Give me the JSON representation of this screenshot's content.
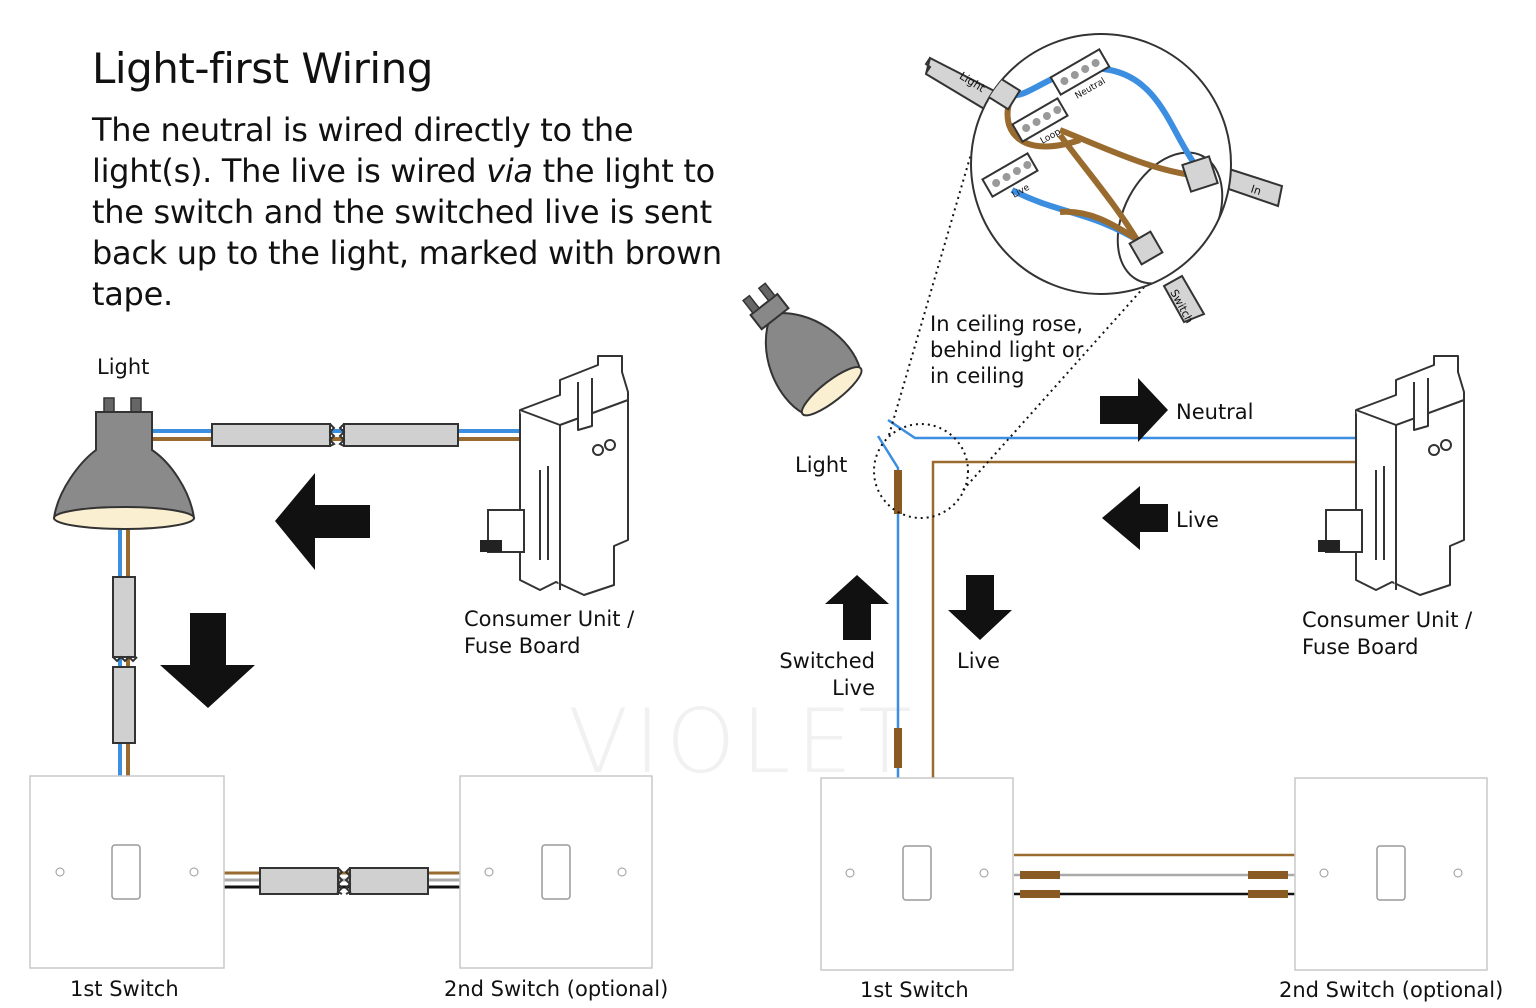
{
  "header": {
    "title": "Light-first Wiring",
    "desc_part1": "The neutral is wired directly to the light(s). The live is wired ",
    "desc_italic": "via",
    "desc_part2": " the light to the switch and the switched live is sent back up to the light, marked with brown tape."
  },
  "left_diagram": {
    "light_label": "Light",
    "consumer_unit_line1": "Consumer Unit /",
    "consumer_unit_line2": "Fuse Board",
    "switch1_label": "1st Switch",
    "switch2_label": "2nd Switch (optional)"
  },
  "right_diagram": {
    "rose_note_line1": "In ceiling rose,",
    "rose_note_line2": "behind light or",
    "rose_note_line3": "in ceiling",
    "light_label": "Light",
    "neutral_label": "Neutral",
    "live_label": "Live",
    "switched_line1": "Switched",
    "switched_line2": "Live",
    "down_live_label": "Live",
    "consumer_unit_line1": "Consumer Unit /",
    "consumer_unit_line2": "Fuse Board",
    "switch1_label": "1st Switch",
    "switch2_label": "2nd Switch (optional)",
    "rose_tags": {
      "light": "Light",
      "in": "In",
      "switch": "Switch"
    },
    "connector_labels": {
      "neutral": "Neutral",
      "loop": "Loop",
      "live": "Live"
    }
  },
  "watermark": "VIOLET",
  "colors": {
    "neutral": "#3b8ee0",
    "live": "#9a6b2f",
    "tape": "#8a5a24",
    "arrow": "#111111"
  }
}
